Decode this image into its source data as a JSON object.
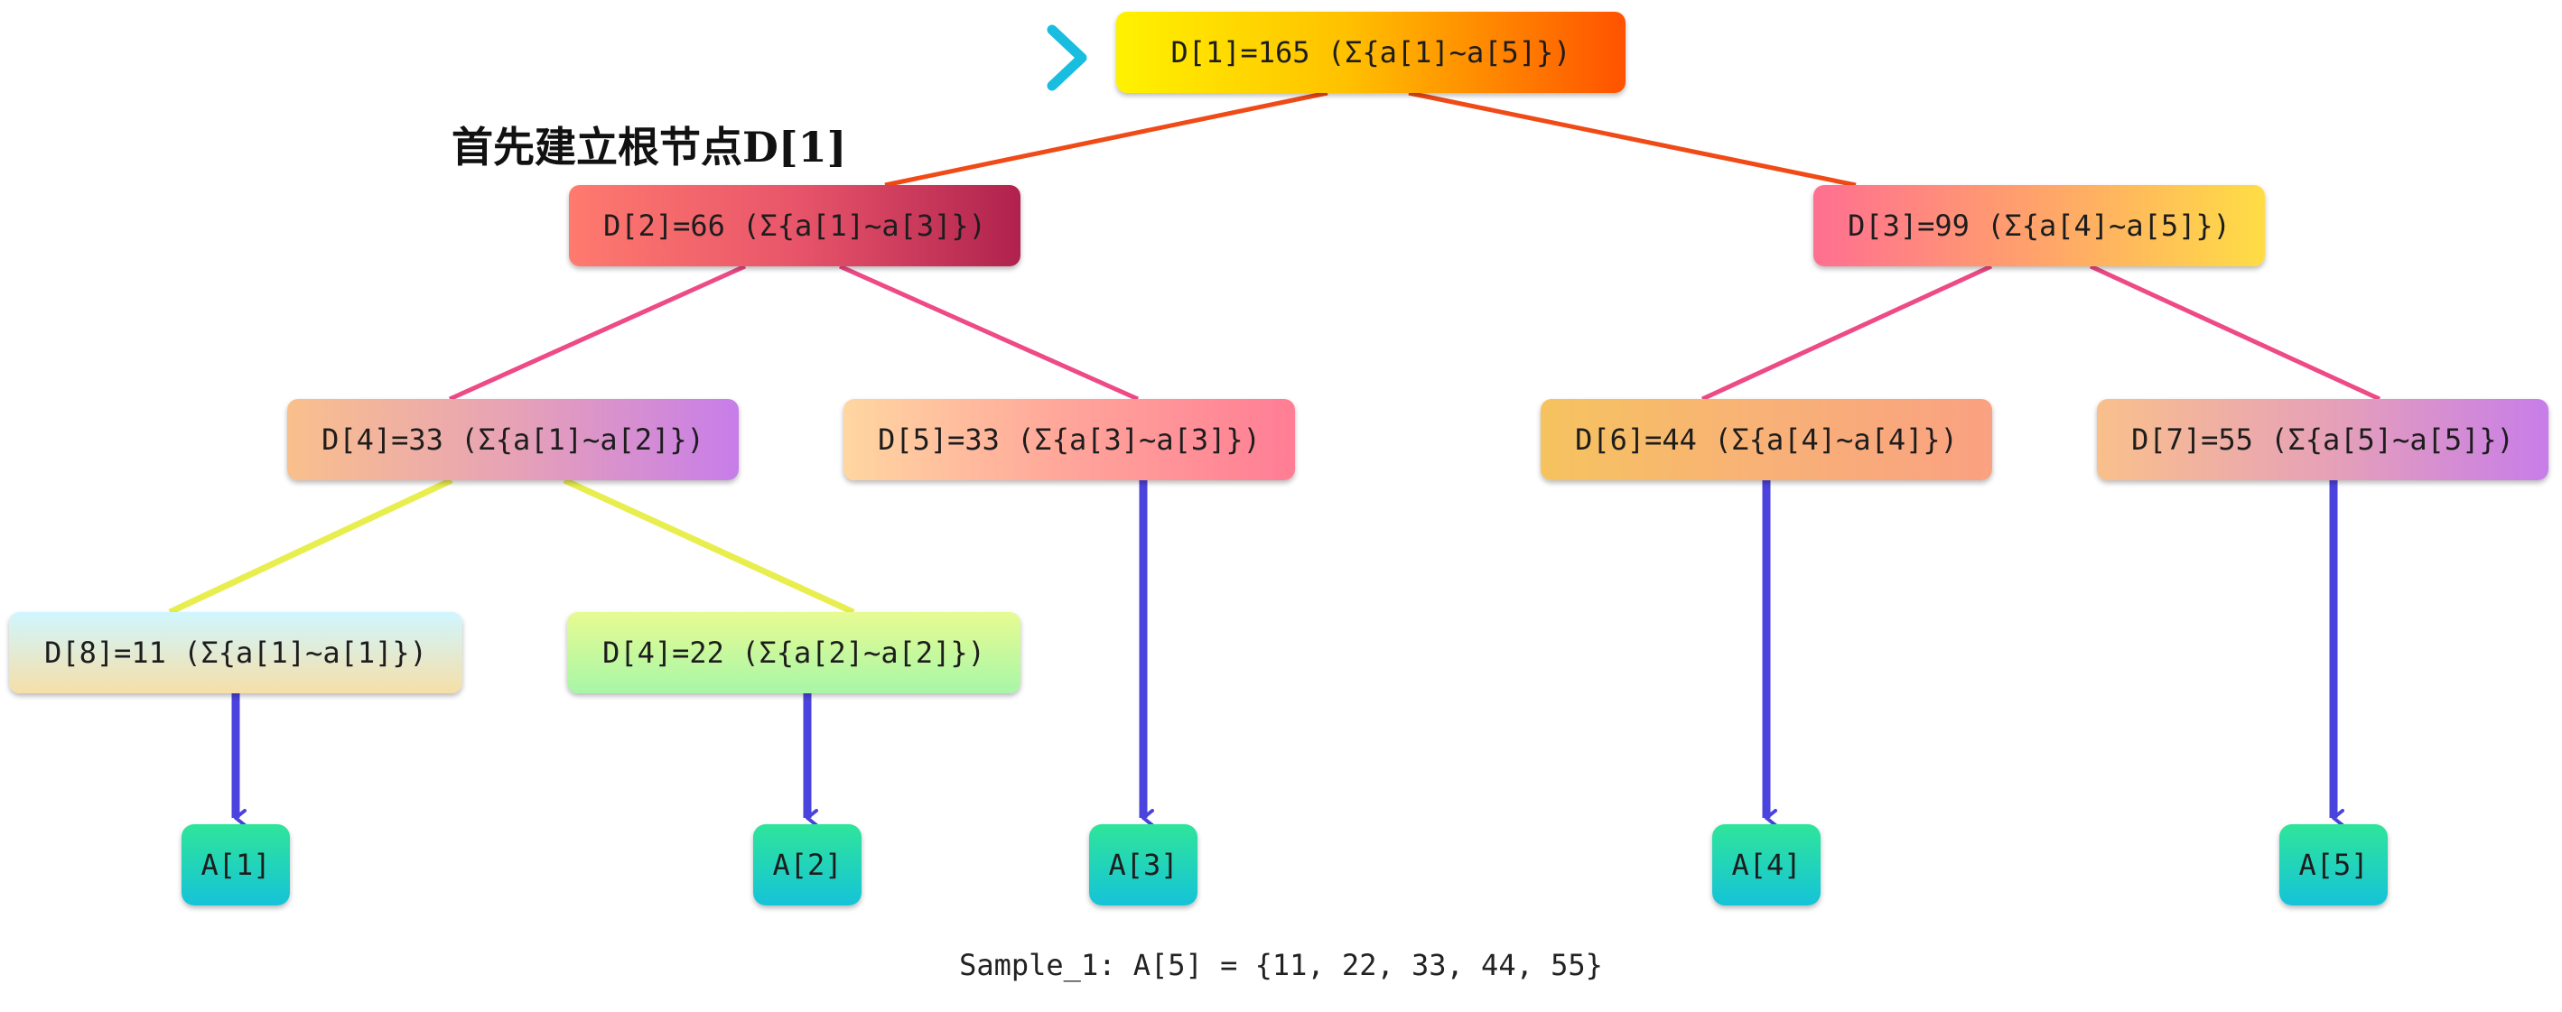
{
  "caption": "首先建立根节点D[1]",
  "nodes": {
    "n1": "D[1]=165 (Σ{a[1]~a[5]})",
    "n2": "D[2]=66 (Σ{a[1]~a[3]})",
    "n3": "D[3]=99 (Σ{a[4]~a[5]})",
    "n4": "D[4]=33 (Σ{a[1]~a[2]})",
    "n5": "D[5]=33 (Σ{a[3]~a[3]})",
    "n6": "D[6]=44 (Σ{a[4]~a[4]})",
    "n7": "D[7]=55 (Σ{a[5]~a[5]})",
    "n8": "D[8]=11 (Σ{a[1]~a[1]})",
    "n9": "D[4]=22 (Σ{a[2]~a[2]})"
  },
  "leaves": {
    "l1": "A[1]",
    "l2": "A[2]",
    "l3": "A[3]",
    "l4": "A[4]",
    "l5": "A[5]"
  },
  "sample": "Sample_1: A[5] = {11, 22, 33, 44, 55}",
  "colors": {
    "root_edge": "#f04a17",
    "level2_edge": "#ee4a86",
    "level3_edge": "#e8ee4e",
    "leaf_arrow": "#4b43dd",
    "pointer_arrow_start": "#35e3a3",
    "pointer_arrow_end": "#19bde0"
  }
}
